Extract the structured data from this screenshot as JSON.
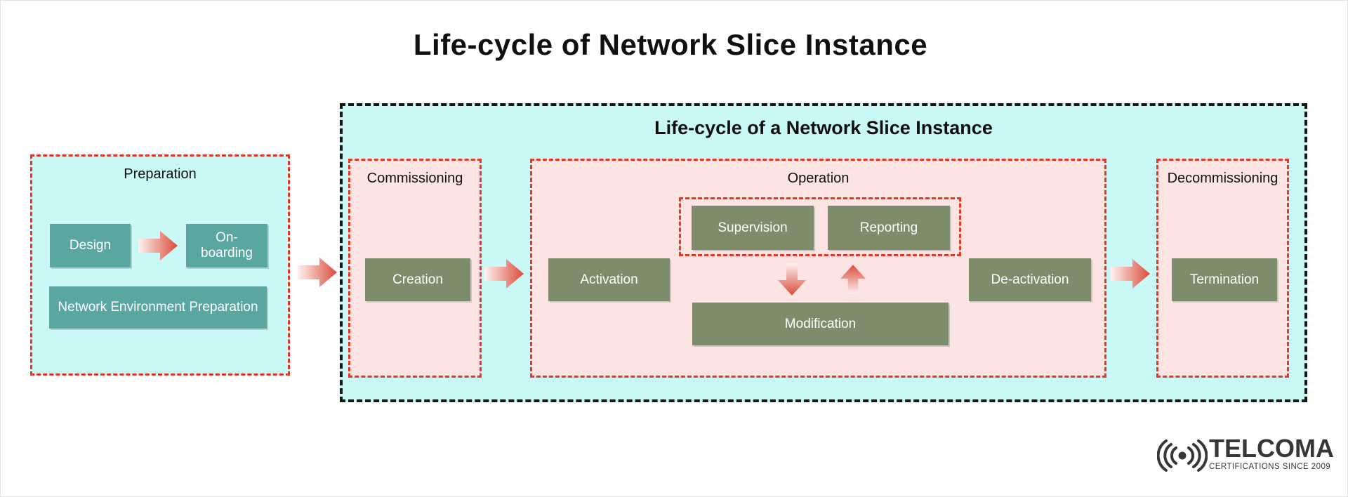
{
  "page": {
    "title": "Life-cycle of Network Slice Instance"
  },
  "colors": {
    "cyan_background": "#c9f8f6",
    "pink_background": "#fce4e2",
    "teal_box": "#5aa7a2",
    "olive_box": "#7d8d6b",
    "red_dashed_border": "#ea3426",
    "black_dashed_border": "#161616",
    "arrow_red": "#dc4b3b",
    "text_dark": "#101010",
    "logo_color": "#3b3636"
  },
  "preparation": {
    "label": "Preparation",
    "boxes": {
      "design": "Design",
      "onboarding": "On-boarding",
      "network_env": "Network Environment Preparation"
    }
  },
  "lifecycle": {
    "title": "Life-cycle of a Network Slice Instance",
    "commissioning": {
      "label": "Commissioning",
      "creation": "Creation"
    },
    "operation": {
      "label": "Operation",
      "activation": "Activation",
      "supervision": "Supervision",
      "reporting": "Reporting",
      "modification": "Modification",
      "deactivation": "De-activation"
    },
    "decommissioning": {
      "label": "Decommissioning",
      "termination": "Termination"
    }
  },
  "logo": {
    "brand": "TELCOMA",
    "tagline": "CERTIFICATIONS SINCE 2009"
  }
}
